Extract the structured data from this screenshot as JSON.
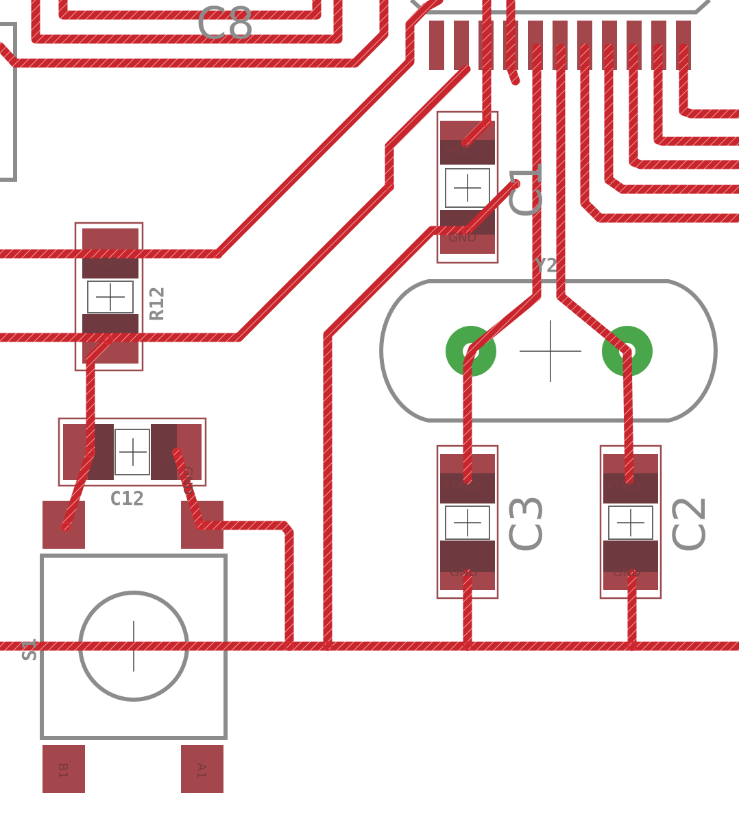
{
  "components": {
    "c8": {
      "ref": "C8"
    },
    "c1": {
      "ref": "C1",
      "pad1": "VCC",
      "pad2": "GND"
    },
    "r12": {
      "ref": "R12",
      "pad1": "VCC"
    },
    "c12": {
      "ref": "C12",
      "pad2": "GND"
    },
    "c3": {
      "ref": "C3",
      "pad1": "XTAL2",
      "pad2": "GND"
    },
    "c2": {
      "ref": "C2",
      "pad1": "XTAL1",
      "pad2": "GND"
    },
    "y2": {
      "ref": "Y2"
    },
    "s1": {
      "ref": "S1",
      "pad_b1": "B1",
      "pad_a1": "A1"
    }
  },
  "colors": {
    "copper_top": "#c8252c",
    "smd_pad": "#a4474c",
    "through_hole_ring": "#4aa64a",
    "silkscreen": "#8c8c8c",
    "background": "#ffffff"
  }
}
